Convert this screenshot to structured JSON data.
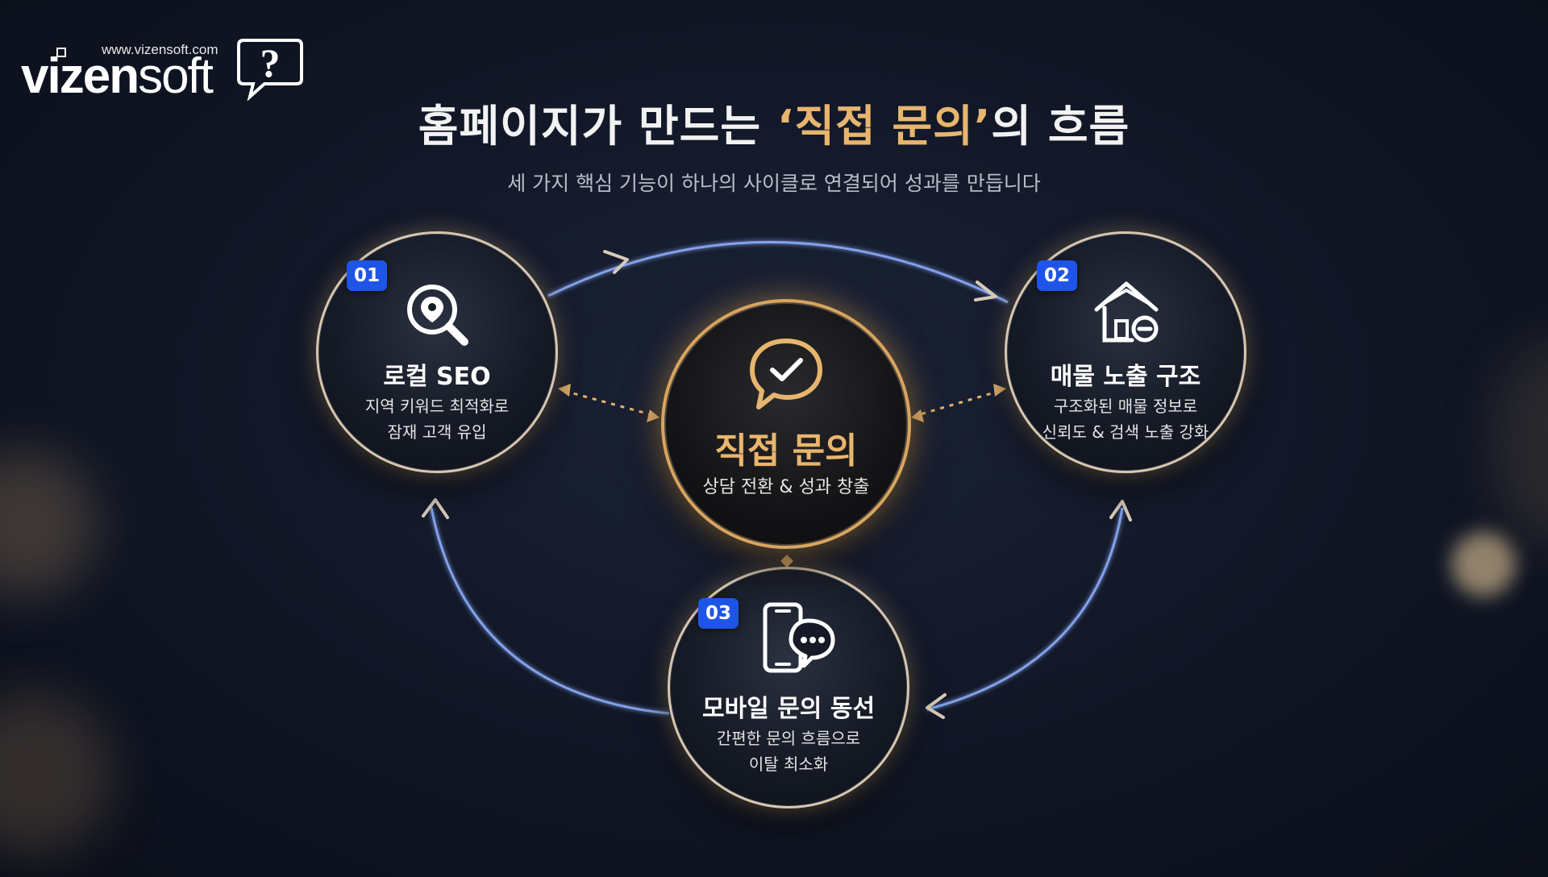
{
  "logo": {
    "url": "www.vizensoft.com",
    "wordmark_bold": "vizen",
    "wordmark_light": "soft"
  },
  "header": {
    "title_before": "홈페이지가 만드는 ",
    "title_highlight": "‘직접 문의’",
    "title_after": "의 흐름",
    "subtitle": "세 가지 핵심 기능이 하나의 사이클로 연결되어 성과를 만듭니다"
  },
  "colors": {
    "accent_gold": "#e7b56e",
    "badge_blue": "#1e55e8",
    "flow_blue": "#8fb0ff"
  },
  "nodes": {
    "center": {
      "title": "직접 문의",
      "desc": "상담 전환 & 성과 창출",
      "icon": "chat-check-icon"
    },
    "n1": {
      "badge": "01",
      "title": "로컬 SEO",
      "desc_line1": "지역 키워드 최적화로",
      "desc_line2": "잠재 고객 유입",
      "icon": "search-location-icon"
    },
    "n2": {
      "badge": "02",
      "title": "매물 노출 구조",
      "desc_line1": "구조화된 매물 정보로",
      "desc_line2": "신뢰도 & 검색 노출 강화",
      "icon": "house-minus-icon"
    },
    "n3": {
      "badge": "03",
      "title": "모바일 문의 동선",
      "desc_line1": "간편한 문의 흐름으로",
      "desc_line2": "이탈 최소화",
      "icon": "mobile-chat-icon"
    }
  }
}
